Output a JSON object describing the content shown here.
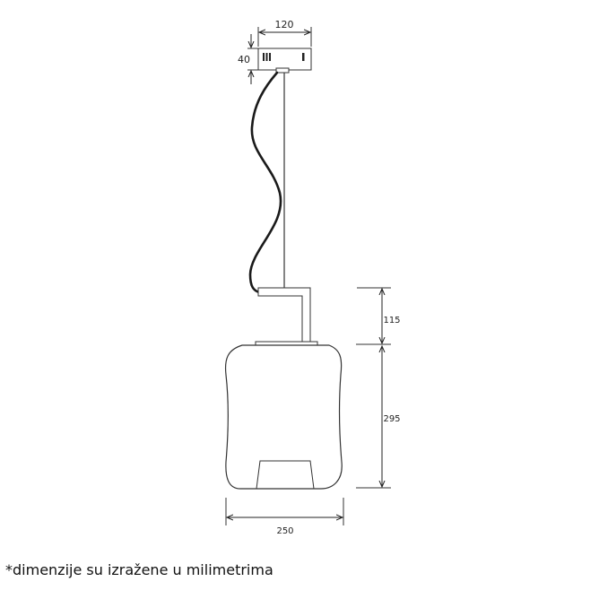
{
  "dimensions": {
    "base_width": "120",
    "base_height": "40",
    "arm_height": "115",
    "shade_height": "295",
    "shade_width": "250"
  },
  "footnote": "*dimenzije su izražene u milimetrima",
  "colors": {
    "line": "#333333",
    "cable": "#1a1a1a",
    "shade_fill": "#ffffff"
  }
}
